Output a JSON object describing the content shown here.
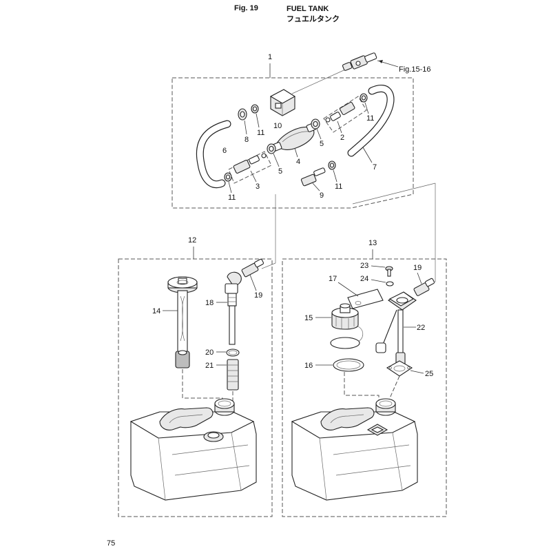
{
  "header": {
    "figure": "Fig. 19",
    "title_en": "FUEL TANK",
    "title_ja": "フュエルタンク"
  },
  "page_number": "75",
  "reference": "Fig.15-16",
  "labels": {
    "p1": "1",
    "p2": "2",
    "p3": "3",
    "p4": "4",
    "p5a": "5",
    "p5b": "5",
    "p6": "6",
    "p7": "7",
    "p8": "8",
    "p9": "9",
    "p10": "10",
    "p11a": "11",
    "p11b": "11",
    "p11c": "11",
    "p11d": "11",
    "p12": "12",
    "p13": "13",
    "p14": "14",
    "p15": "15",
    "p16": "16",
    "p17": "17",
    "p18": "18",
    "p19a": "19",
    "p19b": "19",
    "p20": "20",
    "p21": "21",
    "p22": "22",
    "p23": "23",
    "p24": "24",
    "p25": "25"
  }
}
